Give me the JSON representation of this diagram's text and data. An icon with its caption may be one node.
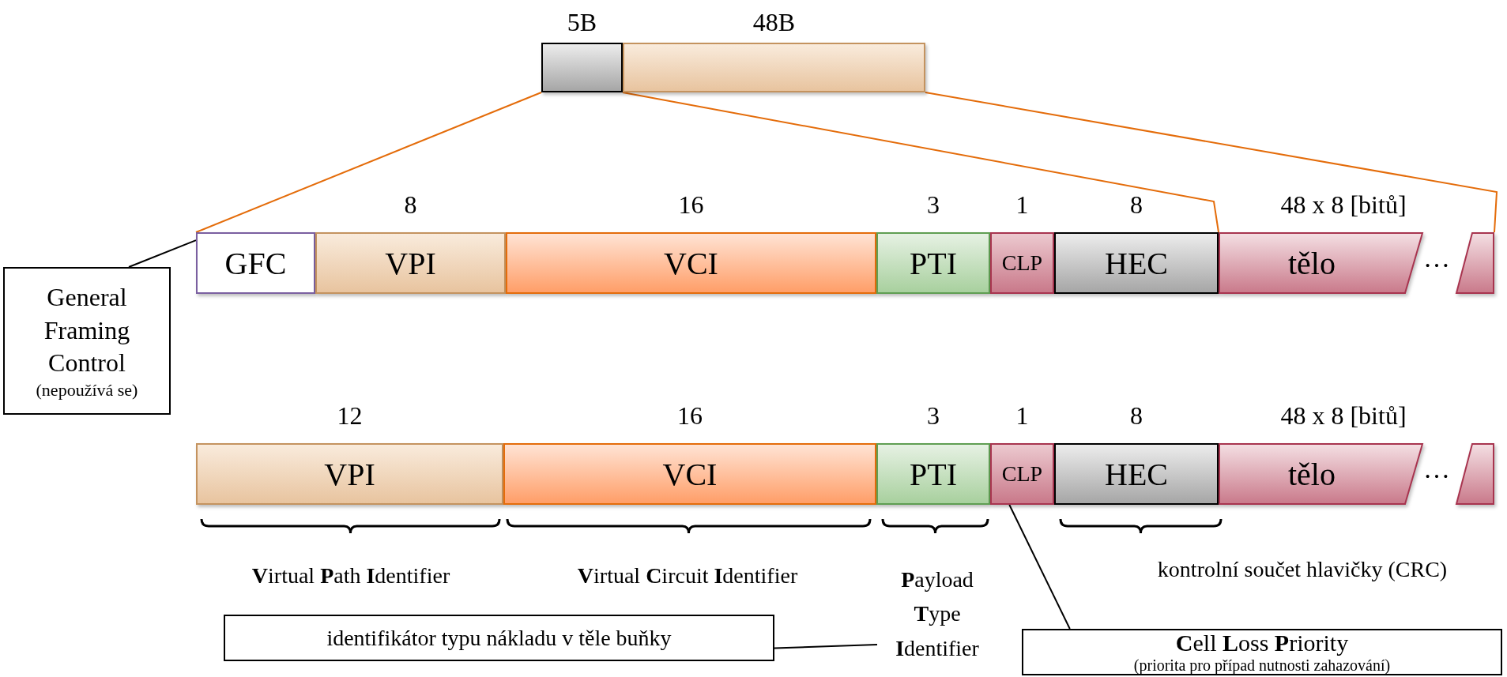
{
  "diagram": {
    "nodes": [
      {
        "text": [
          "5B"
        ]
      },
      {
        "text": [
          "48B"
        ]
      },
      {
        "text": [
          "GFC"
        ]
      },
      {
        "text": [
          "VPI"
        ],
        "beside": [
          "8"
        ]
      },
      {
        "text": [
          "VCI"
        ],
        "beside": [
          "16"
        ]
      },
      {
        "text": [
          "PTI"
        ],
        "beside": [
          "3"
        ]
      },
      {
        "text": [
          "CLP"
        ],
        "beside": [
          "1"
        ]
      },
      {
        "text": [
          "HEC"
        ],
        "beside": [
          "8"
        ]
      },
      {
        "text": [
          "tělo"
        ],
        "beside": [
          "48 x 8 [bitů]"
        ]
      },
      {
        "text": [
          "General Framing Control",
          "(nepoužívá se)"
        ]
      },
      {
        "text": [
          "VPI"
        ],
        "beside": [
          "12"
        ]
      },
      {
        "text": [
          "VCI"
        ],
        "beside": [
          "16"
        ]
      },
      {
        "text": [
          "PTI"
        ],
        "beside": [
          "3"
        ]
      },
      {
        "text": [
          "CLP"
        ],
        "beside": [
          "1"
        ]
      },
      {
        "text": [
          "HEC"
        ],
        "beside": [
          "8"
        ]
      },
      {
        "text": [
          "tělo"
        ],
        "beside": [
          "48 x 8 [bitů]"
        ]
      },
      {
        "text": [
          "**P**ayload **T**ype **I**dentifier"
        ]
      },
      {
        "text": [
          "identifikátor typu nákladu v těle buňky"
        ]
      },
      {
        "text": [
          "**C**ell **L**oss **P**riority",
          "(priorita pro případ nutnosti zahazování)"
        ]
      }
    ],
    "edges": [
      {
        "from": 0,
        "to": 2,
        "arrow": "none",
        "color": "#e46c0a"
      },
      {
        "from": 0,
        "to": 8,
        "arrow": "none",
        "color": "#e46c0a"
      },
      {
        "from": 1,
        "to": 8,
        "arrow": "none",
        "color": "#e46c0a"
      },
      {
        "from": 9,
        "to": 2,
        "arrow": "none",
        "color": "#000000"
      },
      {
        "from": 17,
        "to": 16,
        "arrow": "none",
        "color": "#000000"
      },
      {
        "from": 18,
        "to": 13,
        "arrow": "none",
        "color": "#000000"
      }
    ],
    "labels": [
      "…",
      "…",
      "**V**irtual **P**ath **I**dentifier",
      "**V**irtual **C**ircuit **I**dentifier",
      "kontrolní součet hlavičky (CRC)"
    ]
  }
}
